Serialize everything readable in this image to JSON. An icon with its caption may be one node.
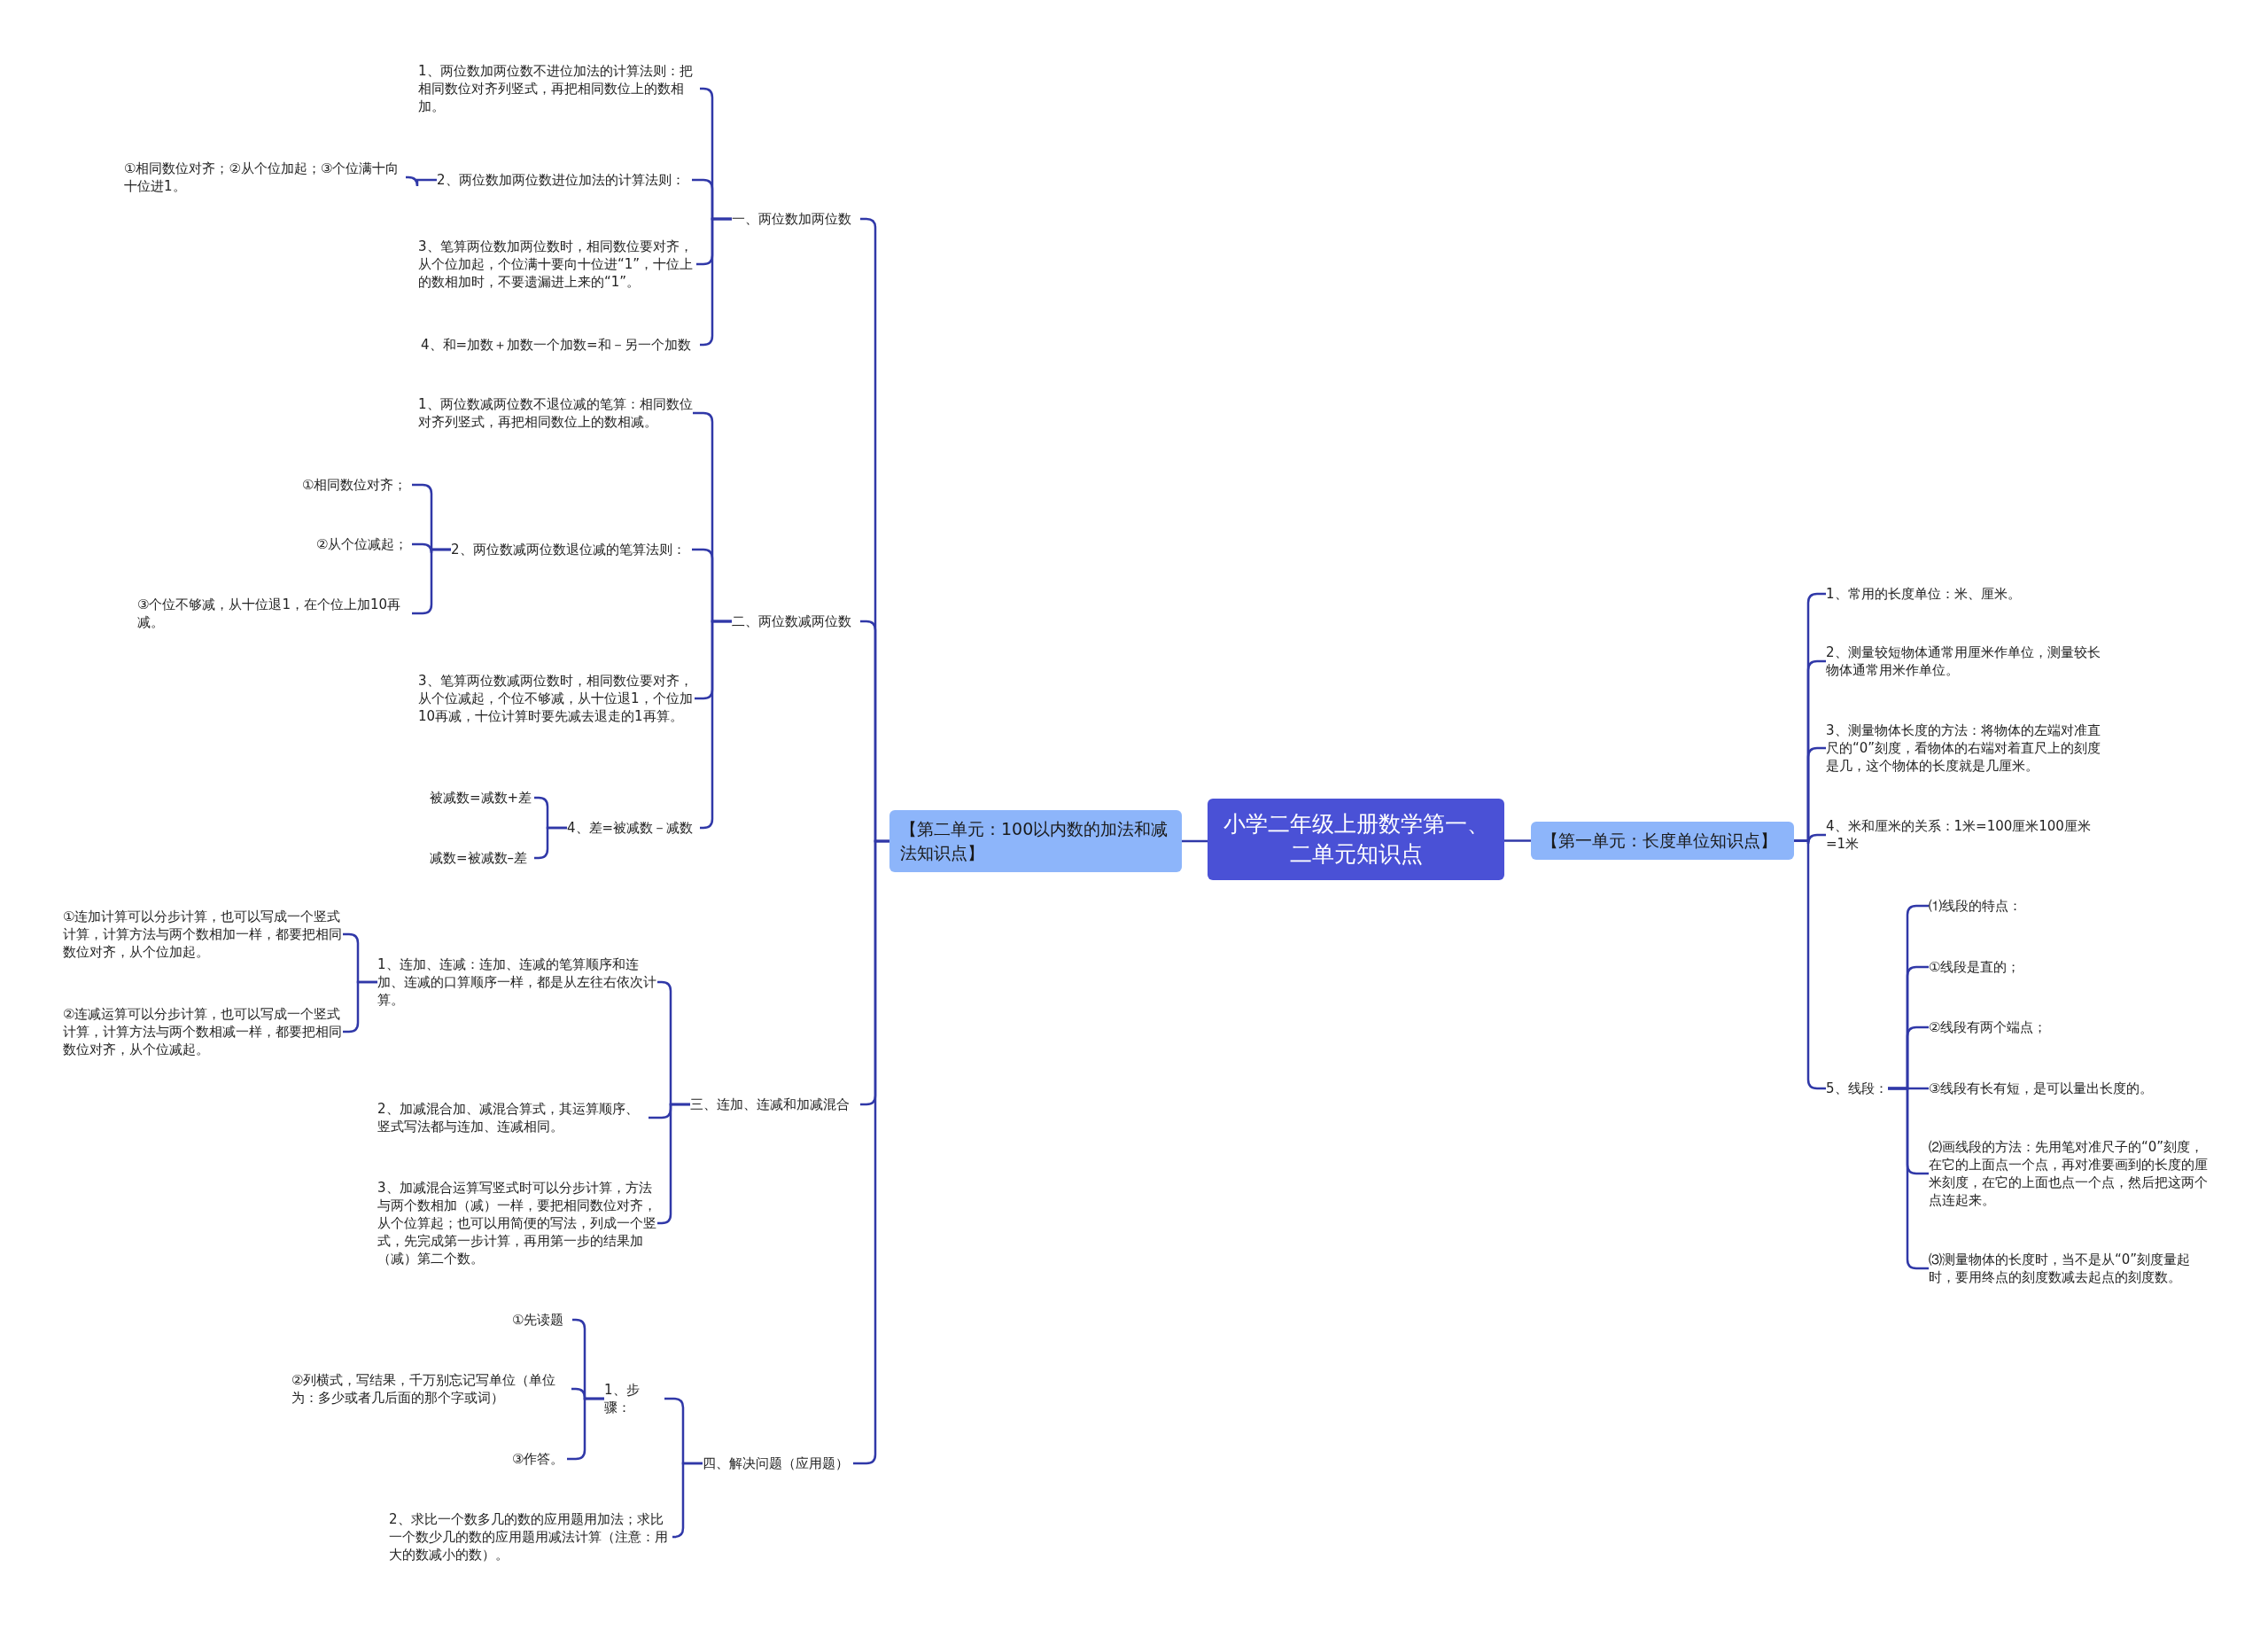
{
  "diagram": {
    "nodes": [
      {
        "text": [
          "小学二年级上册数学第一、二单元知识点"
        ]
      },
      {
        "text": [
          "【第二单元：100以内数的加法和减法知识点】"
        ]
      },
      {
        "text": [
          "【第一单元：长度单位知识点】"
        ]
      },
      {
        "text": [
          "一、两位数加两位数"
        ]
      },
      {
        "text": [
          "1、两位数加两位数不进位加法的计算法则：把相同数位对齐列竖式，再把相同数位上的数相加。"
        ]
      },
      {
        "text": [
          "2、两位数加两位数进位加法的计算法则："
        ]
      },
      {
        "text": [
          "①相同数位对齐；②从个位加起；③个位满十向十位进1。"
        ]
      },
      {
        "text": [
          "3、笔算两位数加两位数时，相同数位要对齐，从个位加起，个位满十要向十位进“1”，十位上的数相加时，不要遗漏进上来的“1”。"
        ]
      },
      {
        "text": [
          "4、和=加数＋加数一个加数=和－另一个加数"
        ]
      },
      {
        "text": [
          "二、两位数减两位数"
        ]
      },
      {
        "text": [
          "1、两位数减两位数不退位减的笔算：相同数位对齐列竖式，再把相同数位上的数相减。"
        ]
      },
      {
        "text": [
          "2、两位数减两位数退位减的笔算法则："
        ]
      },
      {
        "text": [
          "①相同数位对齐；"
        ]
      },
      {
        "text": [
          "②从个位减起；"
        ]
      },
      {
        "text": [
          "③个位不够减，从十位退1，在个位上加10再减。"
        ]
      },
      {
        "text": [
          "3、笔算两位数减两位数时，相同数位要对齐，从个位减起，个位不够减，从十位退1，个位加10再减，十位计算时要先减去退走的1再算。"
        ]
      },
      {
        "text": [
          "4、差=被减数－减数"
        ]
      },
      {
        "text": [
          "被减数=减数+差"
        ]
      },
      {
        "text": [
          "减数=被减数–差"
        ]
      },
      {
        "text": [
          "三、连加、连减和加减混合"
        ]
      },
      {
        "text": [
          "1、连加、连减：连加、连减的笔算顺序和连加、连减的口算顺序一样，都是从左往右依次计算。"
        ]
      },
      {
        "text": [
          "①连加计算可以分步计算，也可以写成一个竖式计算，计算方法与两个数相加一样，都要把相同数位对齐，从个位加起。"
        ]
      },
      {
        "text": [
          "②连减运算可以分步计算，也可以写成一个竖式计算，计算方法与两个数相减一样，都要把相同数位对齐，从个位减起。"
        ]
      },
      {
        "text": [
          "2、加减混合加、减混合算式，其运算顺序、竖式写法都与连加、连减相同。"
        ]
      },
      {
        "text": [
          "3、加减混合运算写竖式时可以分步计算，方法与两个数相加（减）一样，要把相同数位对齐，从个位算起；也可以用简便的写法，列成一个竖式，先完成第一步计算，再用第一步的结果加（减）第二个数。"
        ]
      },
      {
        "text": [
          "四、解决问题（应用题）"
        ]
      },
      {
        "text": [
          "1、步骤："
        ]
      },
      {
        "text": [
          "①先读题"
        ]
      },
      {
        "text": [
          "②列横式，写结果，千万别忘记写单位（单位为：多少或者几后面的那个字或词）"
        ]
      },
      {
        "text": [
          "③作答。"
        ]
      },
      {
        "text": [
          "2、求比一个数多几的数的应用题用加法；求比一个数少几的数的应用题用减法计算（注意：用大的数减小的数）。"
        ]
      },
      {
        "text": [
          "1、常用的长度单位：米、厘米。"
        ]
      },
      {
        "text": [
          "2、测量较短物体通常用厘米作单位，测量较长物体通常用米作单位。"
        ]
      },
      {
        "text": [
          "3、测量物体长度的方法：将物体的左端对准直尺的“0”刻度，看物体的右端对着直尺上的刻度是几，这个物体的长度就是几厘米。"
        ]
      },
      {
        "text": [
          "4、米和厘米的关系：1米=100厘米100厘米=1米"
        ]
      },
      {
        "text": [
          "5、线段："
        ]
      },
      {
        "text": [
          "⑴线段的特点："
        ]
      },
      {
        "text": [
          "①线段是直的；"
        ]
      },
      {
        "text": [
          "②线段有两个端点；"
        ]
      },
      {
        "text": [
          "③线段有长有短，是可以量出长度的。"
        ]
      },
      {
        "text": [
          "⑵画线段的方法：先用笔对准尺子的“0”刻度，在它的上面点一个点，再对准要画到的长度的厘米刻度，在它的上面也点一个点，然后把这两个点连起来。"
        ]
      },
      {
        "text": [
          "⑶测量物体的长度时，当不是从“0”刻度量起时，要用终点的刻度数减去起点的刻度数。"
        ]
      }
    ],
    "edges": [
      {
        "from": 0,
        "to": 1,
        "arrow": "none"
      },
      {
        "from": 0,
        "to": 2,
        "arrow": "none"
      },
      {
        "from": 1,
        "to": 3,
        "arrow": "none"
      },
      {
        "from": 3,
        "to": 4,
        "arrow": "none"
      },
      {
        "from": 3,
        "to": 5,
        "arrow": "none"
      },
      {
        "from": 5,
        "to": 6,
        "arrow": "none"
      },
      {
        "from": 3,
        "to": 7,
        "arrow": "none"
      },
      {
        "from": 3,
        "to": 8,
        "arrow": "none"
      },
      {
        "from": 1,
        "to": 9,
        "arrow": "none"
      },
      {
        "from": 9,
        "to": 10,
        "arrow": "none"
      },
      {
        "from": 9,
        "to": 11,
        "arrow": "none"
      },
      {
        "from": 11,
        "to": 12,
        "arrow": "none"
      },
      {
        "from": 11,
        "to": 13,
        "arrow": "none"
      },
      {
        "from": 11,
        "to": 14,
        "arrow": "none"
      },
      {
        "from": 9,
        "to": 15,
        "arrow": "none"
      },
      {
        "from": 9,
        "to": 16,
        "arrow": "none"
      },
      {
        "from": 16,
        "to": 17,
        "arrow": "none"
      },
      {
        "from": 16,
        "to": 18,
        "arrow": "none"
      },
      {
        "from": 1,
        "to": 19,
        "arrow": "none"
      },
      {
        "from": 19,
        "to": 20,
        "arrow": "none"
      },
      {
        "from": 20,
        "to": 21,
        "arrow": "none"
      },
      {
        "from": 20,
        "to": 22,
        "arrow": "none"
      },
      {
        "from": 19,
        "to": 23,
        "arrow": "none"
      },
      {
        "from": 19,
        "to": 24,
        "arrow": "none"
      },
      {
        "from": 1,
        "to": 25,
        "arrow": "none"
      },
      {
        "from": 25,
        "to": 26,
        "arrow": "none"
      },
      {
        "from": 26,
        "to": 27,
        "arrow": "none"
      },
      {
        "from": 26,
        "to": 28,
        "arrow": "none"
      },
      {
        "from": 26,
        "to": 29,
        "arrow": "none"
      },
      {
        "from": 25,
        "to": 30,
        "arrow": "none"
      },
      {
        "from": 2,
        "to": 31,
        "arrow": "none"
      },
      {
        "from": 2,
        "to": 32,
        "arrow": "none"
      },
      {
        "from": 2,
        "to": 33,
        "arrow": "none"
      },
      {
        "from": 2,
        "to": 34,
        "arrow": "none"
      },
      {
        "from": 2,
        "to": 35,
        "arrow": "none"
      },
      {
        "from": 35,
        "to": 36,
        "arrow": "none"
      },
      {
        "from": 35,
        "to": 37,
        "arrow": "none"
      },
      {
        "from": 35,
        "to": 38,
        "arrow": "none"
      },
      {
        "from": 35,
        "to": 39,
        "arrow": "none"
      },
      {
        "from": 35,
        "to": 40,
        "arrow": "none"
      },
      {
        "from": 35,
        "to": 41,
        "arrow": "none"
      }
    ]
  }
}
